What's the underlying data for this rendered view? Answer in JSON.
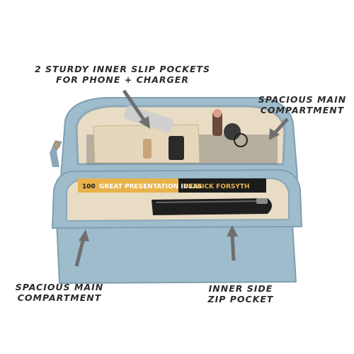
{
  "callouts": {
    "top": {
      "line1": "2 STURDY INNER SLIP POCKETS",
      "line2": "FOR PHONE + CHARGER"
    },
    "right": {
      "line1": "SPACIOUS MAIN",
      "line2": "COMPARTMENT"
    },
    "bottom_left": {
      "line1": "SPACIOUS MAIN",
      "line2": "COMPARTMENT"
    },
    "bottom_right": {
      "line1": "INNER SIDE",
      "line2": "ZIP POCKET"
    }
  },
  "book": {
    "title": "GREAT PRESENTATION IDEAS",
    "number": "100",
    "author": "PATRICK FORSYTH"
  },
  "colors": {
    "bag": "#9fbccc",
    "bag_dark": "#7f9fb1",
    "lining": "#e9dcc4",
    "arrow": "#6f6f6f",
    "book_yellow": "#e8b24a"
  }
}
